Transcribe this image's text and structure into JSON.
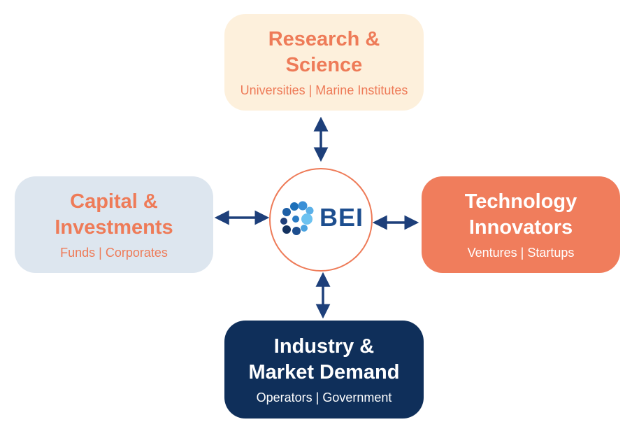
{
  "hub": {
    "label": "BEI"
  },
  "nodes": {
    "research": {
      "title": "Research &\nScience",
      "subtitle": "Universities | Marine Institutes"
    },
    "capital": {
      "title": "Capital &\nInvestments",
      "subtitle": "Funds | Corporates"
    },
    "technology": {
      "title": "Technology\nInnovators",
      "subtitle": "Ventures | Startups"
    },
    "industry": {
      "title": "Industry &\nMarket Demand",
      "subtitle": "Operators | Government"
    }
  },
  "colors": {
    "accent_orange": "#ee7b58",
    "navy": "#0f2f5a",
    "arrow": "#1d3f7a",
    "logo_blue": "#1d4e8f"
  },
  "icons": {
    "logo": "bei-logo-icon",
    "connector": "double-arrow-icon"
  }
}
